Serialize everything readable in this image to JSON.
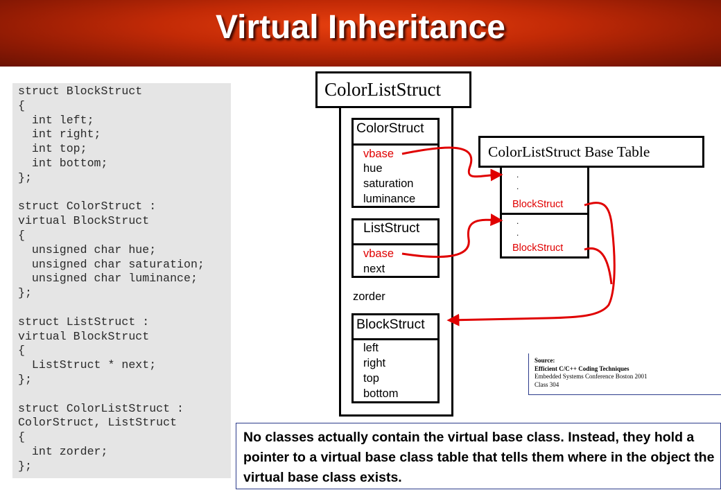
{
  "title": "Virtual Inheritance",
  "code": "struct BlockStruct\n{\n  int left;\n  int right;\n  int top;\n  int bottom;\n};\n\nstruct ColorStruct :\nvirtual BlockStruct\n{\n  unsigned char hue;\n  unsigned char saturation;\n  unsigned char luminance;\n};\n\nstruct ListStruct :\nvirtual BlockStruct\n{\n  ListStruct * next;\n};\n\nstruct ColorListStruct :\nColorStruct, ListStruct\n{\n  int zorder;\n};",
  "diagram": {
    "outer_label": "ColorListStruct",
    "color_struct": {
      "label": "ColorStruct",
      "vbase": "vbase",
      "fields": [
        "hue",
        "saturation",
        "luminance"
      ]
    },
    "list_struct": {
      "label": "ListStruct",
      "vbase": "vbase",
      "fields": [
        "next"
      ]
    },
    "zorder": "zorder",
    "block_struct": {
      "label": "BlockStruct",
      "fields": [
        "left",
        "right",
        "top",
        "bottom"
      ]
    },
    "base_table": {
      "label": "ColorListStruct Base Table",
      "entry1": {
        "dots": [
          ".",
          "."
        ],
        "name": "BlockStruct"
      },
      "entry2": {
        "dots": [
          ".",
          "."
        ],
        "name": "BlockStruct"
      }
    }
  },
  "source": {
    "heading": "Source:",
    "title": "Efficient C/C++ Coding Techniques",
    "event": "Embedded Systems Conference Boston 2001",
    "class": "Class 304"
  },
  "note": "No classes actually contain the virtual base class.  Instead, they hold a pointer to a virtual base class table that tells them where in the object the virtual base class exists.",
  "colors": {
    "pointer": "#e00000",
    "header": "#c22a06"
  }
}
